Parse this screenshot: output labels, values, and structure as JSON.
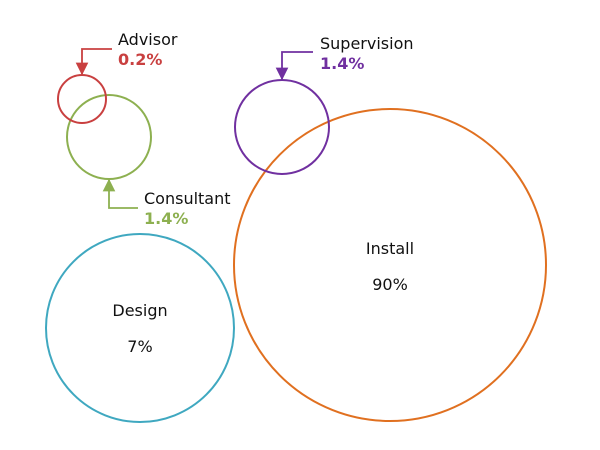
{
  "chart_data": {
    "type": "bubble",
    "items": [
      {
        "name": "Advisor",
        "value": "0.2%",
        "color": "#c94040",
        "label_position": "outside"
      },
      {
        "name": "Supervision",
        "value": "1.4%",
        "color": "#7030a0",
        "label_position": "outside"
      },
      {
        "name": "Consultant",
        "value": "1.4%",
        "color": "#8db050",
        "label_position": "outside"
      },
      {
        "name": "Design",
        "value": "7%",
        "color": "#3fa8c0",
        "label_position": "inside"
      },
      {
        "name": "Install",
        "value": "90%",
        "color": "#e07020",
        "label_position": "inside"
      }
    ]
  }
}
